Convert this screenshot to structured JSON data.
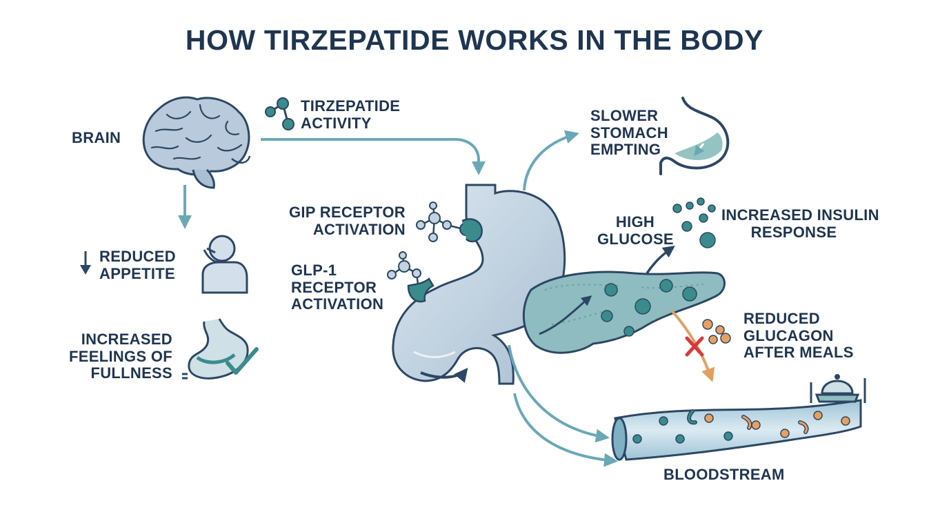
{
  "title": "HOW TIRZEPATIDE WORKS IN THE BODY",
  "labels": {
    "brain": "BRAIN",
    "tirzepatide_activity": [
      "TIRZEPATIDE",
      "ACTIVITY"
    ],
    "reduced_appetite": [
      "REDUCED",
      "APPETITE"
    ],
    "increased_fullness": [
      "INCREASED",
      "FEELINGS OF",
      "FULLNESS"
    ],
    "gip_receptor": [
      "GIP RECEPTOR",
      "ACTIVATION"
    ],
    "glp1_receptor": [
      "GLP-1",
      "RECEPTOR",
      "ACTIVATION"
    ],
    "slower_stomach": [
      "SLOWER",
      "STOMACH",
      "EMPTING"
    ],
    "high_glucose": [
      "HIGH",
      "GLUCOSE"
    ],
    "increased_insulin": [
      "INCREASED INSULIN",
      "RESPONSE"
    ],
    "reduced_glucagon": [
      "REDUCED",
      "GLUCAGON",
      "AFTER MEALS"
    ],
    "bloodstream": "BLOODSTREAM"
  },
  "colors": {
    "text": "#1f3550",
    "outline": "#2c4763",
    "arrow": "#6aa8b6",
    "stomach": "#c3d3e1",
    "pancreas": "#8ebcc0",
    "teal": "#3a8c8c",
    "glucagon": "#e8a060",
    "x_mark": "#d83a3a"
  },
  "icons": [
    "brain-icon",
    "molecule-icon",
    "person-eating-icon",
    "stomach-check-icon",
    "stomach-icon",
    "pancreas-icon",
    "blood-vessel-icon",
    "cloche-icon"
  ]
}
